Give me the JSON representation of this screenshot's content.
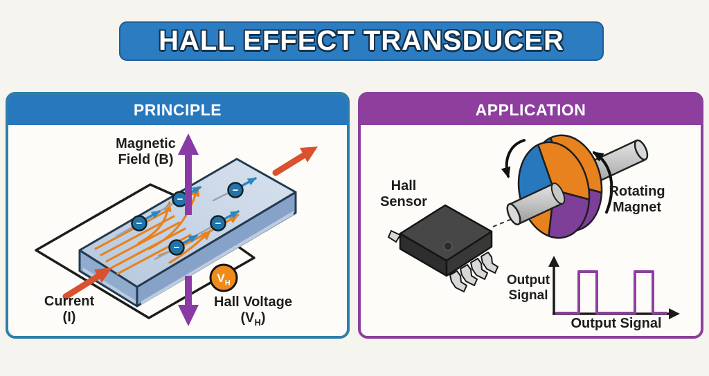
{
  "title": "HALL EFFECT TRANSDUCER",
  "principle": {
    "header": "PRINCIPLE",
    "magnetic_field_line1": "Magnetic",
    "magnetic_field_line2": "Field (B)",
    "current_line1": "Current",
    "current_line2": "(I)",
    "hall_voltage_line1": "Hall Voltage",
    "hv_open": "(V",
    "hv_sub": "H",
    "hv_close": ")",
    "meter_base": "V",
    "meter_sub": "H",
    "electron_sign": "−"
  },
  "application": {
    "header": "APPLICATION",
    "hall_sensor_line1": "Hall",
    "hall_sensor_line2": "Sensor",
    "rotating_magnet_line1": "Rotating",
    "rotating_magnet_line2": "Magnet",
    "output_axis_line1": "Output",
    "output_axis_line2": "Signal",
    "output_caption": "Output Signal"
  },
  "colors": {
    "banner_blue": "#2b7cc0",
    "principle_header_blue": "#2878be",
    "principle_border_teal": "#2e7fa8",
    "application_purple": "#8e3f9e",
    "magnetic_field_purple": "#8a3aa5",
    "current_red": "#d9512f",
    "flow_orange": "#e8821e",
    "electron_blue": "#2273a8",
    "slab_blue": "#c9d7e8",
    "magnet_blue": "#2878be",
    "magnet_orange": "#e8821e",
    "magnet_purple": "#7d3f98",
    "signal_purple": "#8e3f9e"
  }
}
